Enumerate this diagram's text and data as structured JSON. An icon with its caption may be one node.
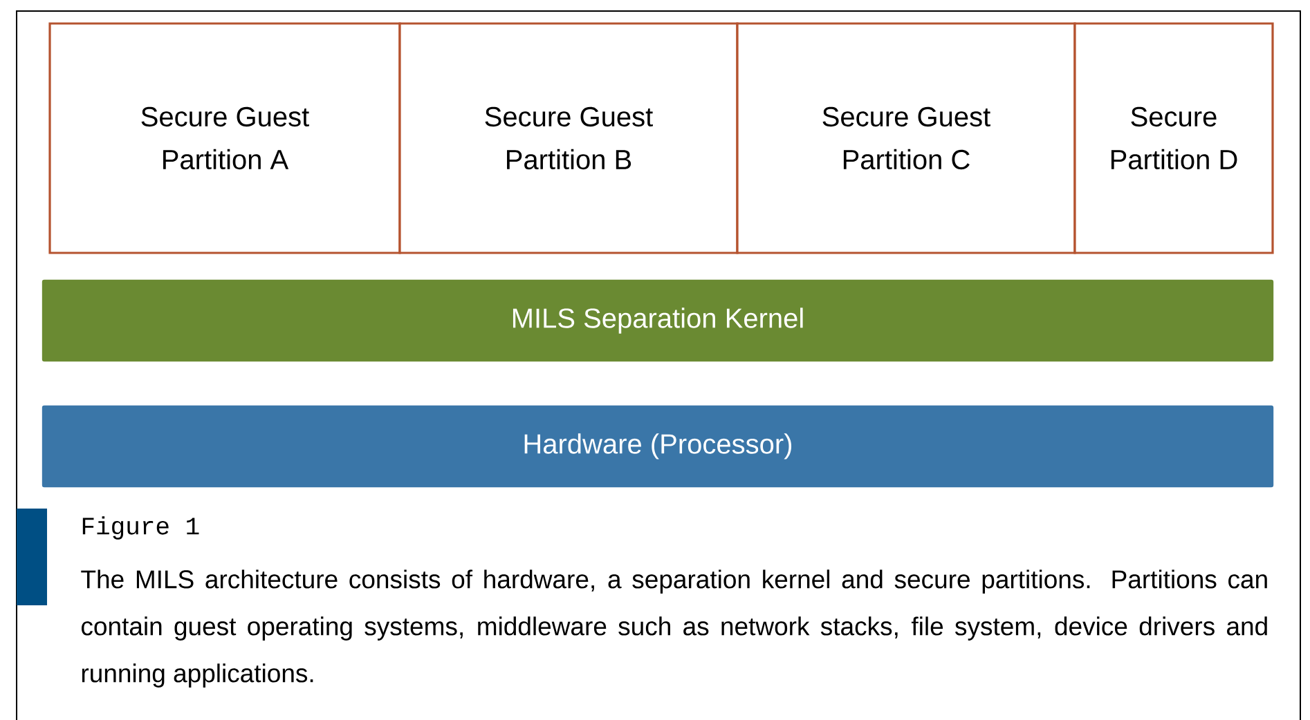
{
  "diagram": {
    "caption": "The MILS architecture consists of hardware, a separation kernel and secure partitions. Partitions can contain guest operating systems, middleware such as network stacks, file system, device drivers and running applications.",
    "nodes": [
      {
        "text": [
          "Secure Guest Partition A"
        ]
      },
      {
        "text": [
          "Secure Guest Partition B"
        ]
      },
      {
        "text": [
          "Secure Guest Partition C"
        ]
      },
      {
        "text": [
          "Secure Partition D"
        ]
      },
      {
        "text": [
          "MILS Separation Kernel"
        ]
      },
      {
        "text": [
          "Hardware (Processor)"
        ]
      }
    ],
    "labels": [
      "Figure 1"
    ]
  }
}
